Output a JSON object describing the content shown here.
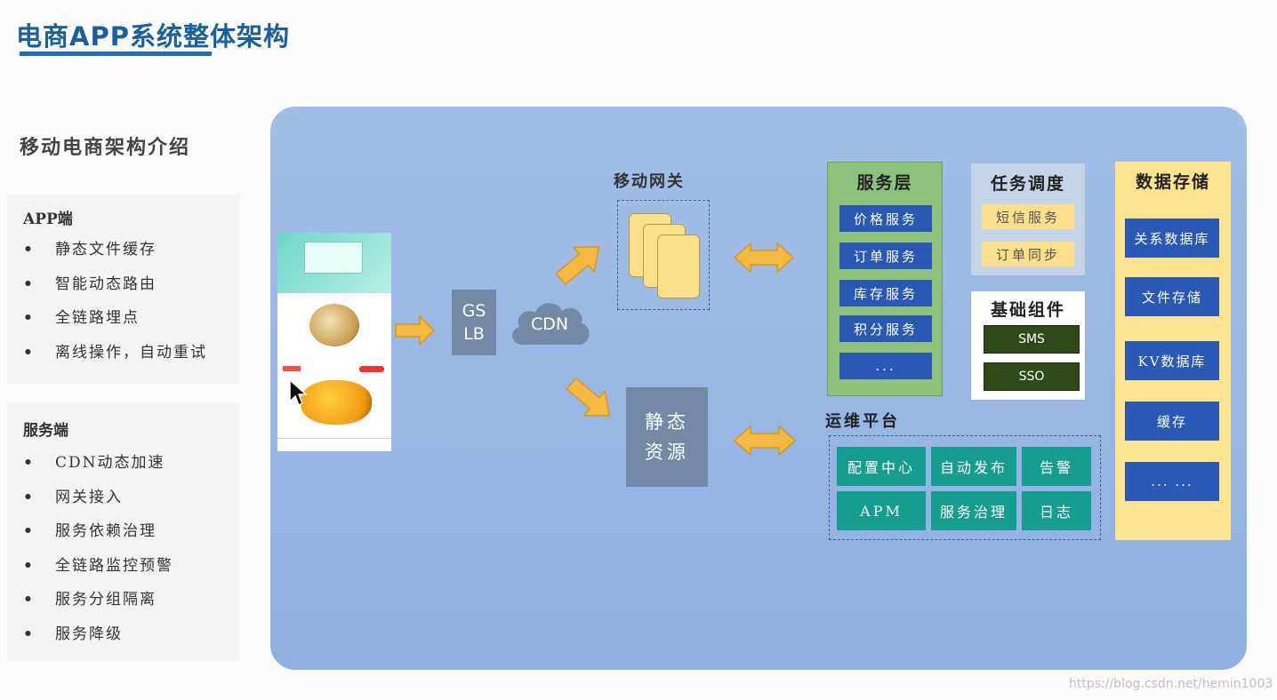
{
  "title": "电商APP系统整体架构",
  "intro_heading": "移动电商架构介绍",
  "app_side": {
    "title": "APP端",
    "bullet": "•",
    "items": [
      "静态文件缓存",
      "智能动态路由",
      "全链路埋点",
      "离线操作，自动重试"
    ]
  },
  "server_side": {
    "title": "服务端",
    "bullet": "•",
    "items": [
      "CDN动态加速",
      "网关接入",
      "服务依赖治理",
      "全链路监控预警",
      "服务分组隔离",
      "服务降级"
    ]
  },
  "diagram": {
    "gslb_line1": "GS",
    "gslb_line2": "LB",
    "cdn": "CDN",
    "gateway": "移动网关",
    "static_line1": "静态",
    "static_line2": "资源",
    "service_layer": {
      "title": "服务层",
      "items": [
        "价格服务",
        "订单服务",
        "库存服务",
        "积分服务",
        "..."
      ]
    },
    "task_scheduling": {
      "title": "任务调度",
      "items": [
        "短信服务",
        "订单同步"
      ]
    },
    "basic_components": {
      "title": "基础组件",
      "items": [
        "SMS",
        "SSO"
      ]
    },
    "data_storage": {
      "title": "数据存储",
      "items": [
        "关系数据库",
        "文件存储",
        "KV数据库",
        "缓存",
        "... ..."
      ]
    },
    "ops_platform": {
      "title": "运维平台",
      "items": [
        "配置中心",
        "自动发布",
        "告警",
        "APM",
        "服务治理",
        "日志"
      ]
    }
  },
  "watermark": "https://blog.csdn.net/hemin1003",
  "colors": {
    "title_blue": "#1a5fa0",
    "canvas_blue": "#9ab8e4",
    "service_green": "#8cc27a",
    "button_blue": "#2a59b5",
    "storage_yellow": "#fbe38f",
    "ops_teal": "#159e8e",
    "component_dark_green": "#2f4a17",
    "arrow_orange": "#f4b942"
  }
}
